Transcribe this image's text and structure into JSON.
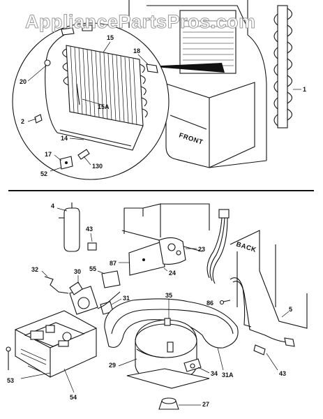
{
  "watermark": "AppliancePartsPros.com",
  "text_labels": {
    "front": "FRONT",
    "back": "BACK"
  },
  "callouts": {
    "c1": "1",
    "c15": "15",
    "c18": "18",
    "c20": "20",
    "c15a": "15A",
    "c2": "2",
    "c14": "14",
    "c17": "17",
    "c130": "130",
    "c52": "52",
    "c4": "4",
    "c43a": "43",
    "c23": "23",
    "c87": "87",
    "c24": "24",
    "c32": "32",
    "c30": "30",
    "c55": "55",
    "c31": "31",
    "c35": "35",
    "c86": "86",
    "c5": "5",
    "c29": "29",
    "c34": "34",
    "c31a": "31A",
    "c53": "53",
    "c54": "54",
    "c27": "27",
    "c43b": "43"
  }
}
